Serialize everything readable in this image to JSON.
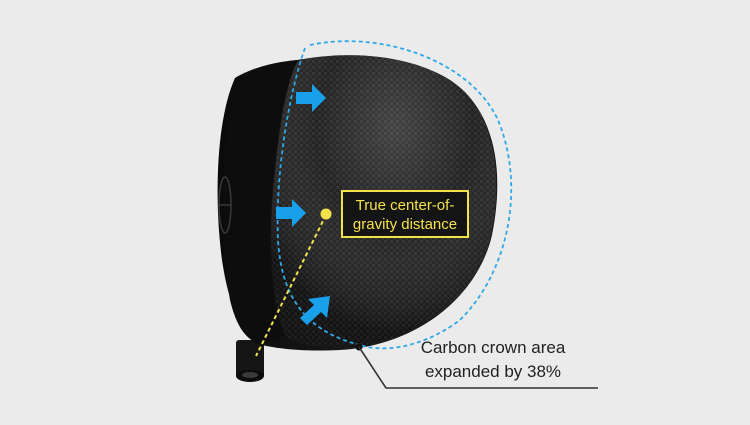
{
  "callouts": {
    "cg_distance": {
      "line1": "True center-of-",
      "line2": "gravity distance"
    },
    "carbon_crown": {
      "line1": "Carbon crown area",
      "line2": "expanded by 38%"
    }
  },
  "colors": {
    "background": "#ebebeb",
    "club_body": "#111111",
    "outline_dashed": "#2fa8e8",
    "arrow": "#19a0ea",
    "cg_marker": "#f4e24a",
    "label_text": "#222222"
  },
  "icons": [
    "arrow-right-icon",
    "arrow-up-right-icon",
    "cg-dot-icon"
  ]
}
